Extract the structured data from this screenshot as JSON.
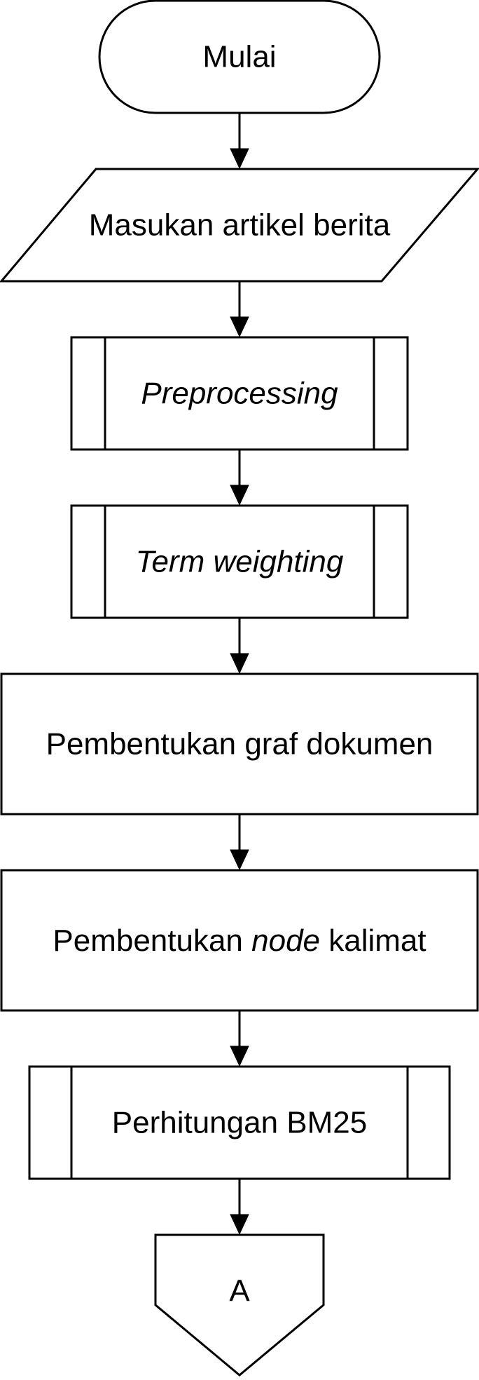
{
  "diagram": {
    "type": "flowchart",
    "nodes": [
      {
        "id": "start",
        "shape": "terminator",
        "label": "Mulai"
      },
      {
        "id": "input",
        "shape": "parallelogram",
        "label": "Masukan artikel berita"
      },
      {
        "id": "preprocessing",
        "shape": "predefined-process",
        "label": "Preprocessing",
        "italic": true
      },
      {
        "id": "term-weighting",
        "shape": "predefined-process",
        "label": "Term weighting",
        "italic": true
      },
      {
        "id": "graph",
        "shape": "process",
        "label": "Pembentukan graf dokumen"
      },
      {
        "id": "sentence-node",
        "shape": "process",
        "label_before": "Pembentukan ",
        "label_italic": "node",
        "label_after": " kalimat"
      },
      {
        "id": "bm25",
        "shape": "predefined-process",
        "label": "Perhitungan BM25"
      },
      {
        "id": "connector",
        "shape": "off-page-connector",
        "label": "A"
      }
    ],
    "edges": [
      {
        "from": "start",
        "to": "input"
      },
      {
        "from": "input",
        "to": "preprocessing"
      },
      {
        "from": "preprocessing",
        "to": "term-weighting"
      },
      {
        "from": "term-weighting",
        "to": "graph"
      },
      {
        "from": "graph",
        "to": "sentence-node"
      },
      {
        "from": "sentence-node",
        "to": "bm25"
      },
      {
        "from": "bm25",
        "to": "connector"
      }
    ]
  }
}
